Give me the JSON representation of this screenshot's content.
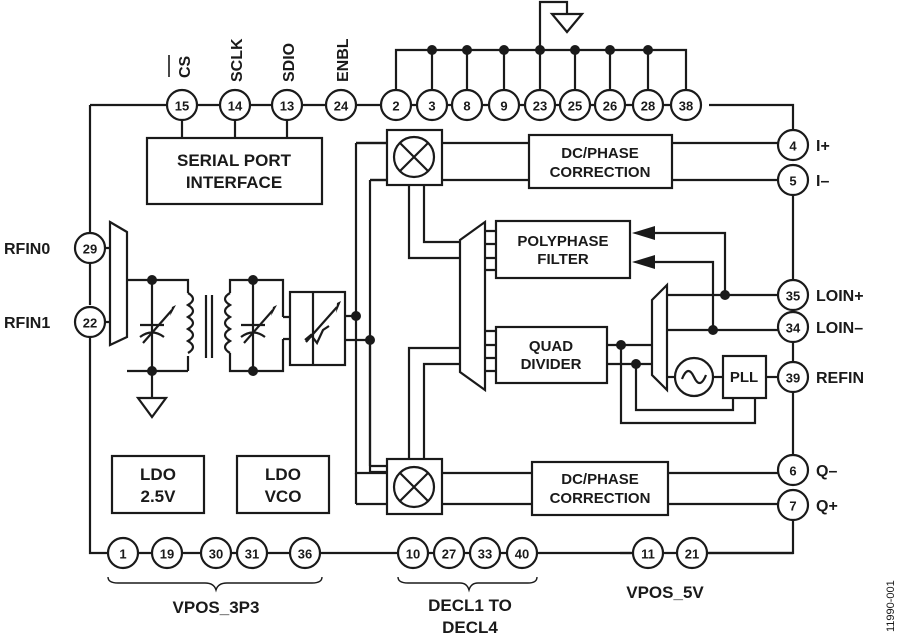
{
  "diagram": {
    "figure_id": "11990-001",
    "top_signal_labels": [
      {
        "pin": "15",
        "label": "CS",
        "overbar": true
      },
      {
        "pin": "14",
        "label": "SCLK"
      },
      {
        "pin": "13",
        "label": "SDIO"
      },
      {
        "pin": "24",
        "label": "ENBL"
      }
    ],
    "ground_pins": [
      "2",
      "3",
      "8",
      "9",
      "23",
      "25",
      "26",
      "28",
      "38"
    ],
    "left_pins": [
      {
        "pin": "29",
        "label": "RFIN0"
      },
      {
        "pin": "22",
        "label": "RFIN1"
      }
    ],
    "right_pins": [
      {
        "pin": "4",
        "label": "I+"
      },
      {
        "pin": "5",
        "label": "I–"
      },
      {
        "pin": "35",
        "label": "LOIN+"
      },
      {
        "pin": "34",
        "label": "LOIN–"
      },
      {
        "pin": "39",
        "label": "REFIN"
      },
      {
        "pin": "6",
        "label": "Q–"
      },
      {
        "pin": "7",
        "label": "Q+"
      }
    ],
    "bottom_groups": [
      {
        "pins": [
          "1",
          "19",
          "30",
          "31",
          "36"
        ],
        "label": "VPOS_3P3"
      },
      {
        "pins": [
          "10",
          "27",
          "33",
          "40"
        ],
        "label_line1": "DECL1 TO",
        "label_line2": "DECL4"
      },
      {
        "pins": [
          "11",
          "21"
        ],
        "label": "VPOS_5V"
      }
    ],
    "blocks": {
      "serial_port": [
        "SERIAL PORT",
        "INTERFACE"
      ],
      "dc_phase_i": [
        "DC/PHASE",
        "CORRECTION"
      ],
      "dc_phase_q": [
        "DC/PHASE",
        "CORRECTION"
      ],
      "polyphase": [
        "POLYPHASE",
        "FILTER"
      ],
      "quad_divider": [
        "QUAD",
        "DIVIDER"
      ],
      "pll": "PLL",
      "ldo_25": [
        "LDO",
        "2.5V"
      ],
      "ldo_vco": [
        "LDO",
        "VCO"
      ]
    }
  }
}
